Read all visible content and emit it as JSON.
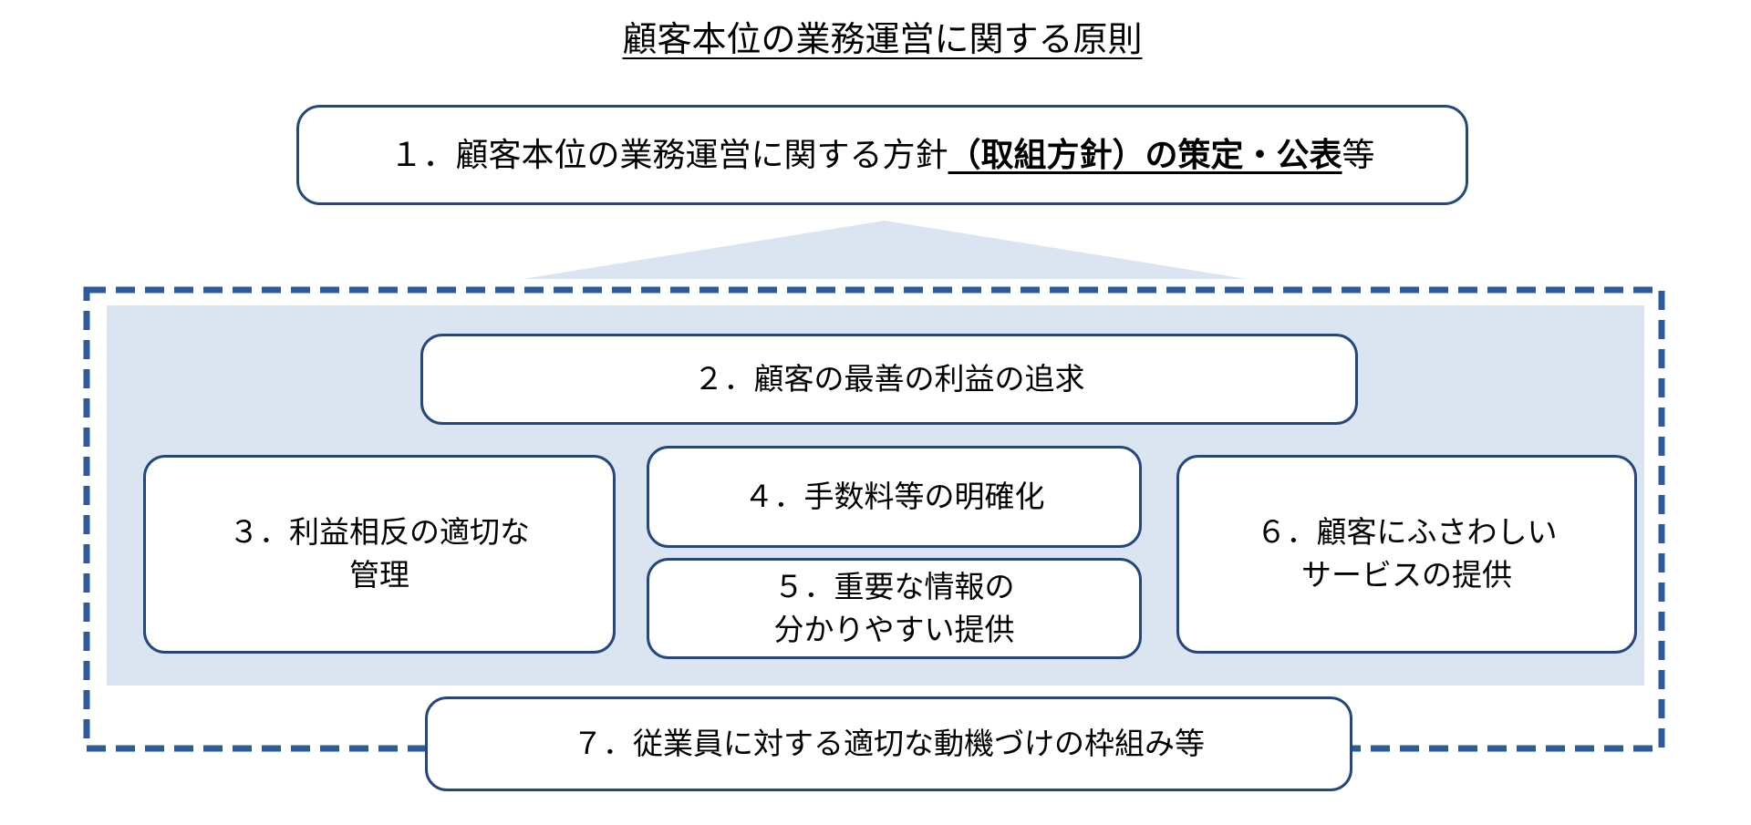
{
  "page": {
    "title": "顧客本位の業務運営に関する原則"
  },
  "colors": {
    "box_border": "#24477E",
    "dashed_border": "#2E5B9B",
    "panel_fill": "#DBE4F1",
    "text": "#000000",
    "background": "#FFFFFF"
  },
  "principle1": {
    "segments": [
      {
        "text": "１．顧客本位の業務運営に関する方針",
        "bold": false,
        "underline": false
      },
      {
        "text": "（取組方針）",
        "bold": true,
        "underline": true
      },
      {
        "text": "の策定・公表",
        "bold": true,
        "underline": true
      },
      {
        "text": "等",
        "bold": false,
        "underline": false
      }
    ]
  },
  "principles": {
    "p2": {
      "lines": [
        "２．顧客の最善の利益の追求"
      ]
    },
    "p3": {
      "lines": [
        "３．利益相反の適切な",
        "管理"
      ]
    },
    "p4": {
      "lines": [
        "４．手数料等の明確化"
      ]
    },
    "p5": {
      "lines": [
        "５．重要な情報の",
        "分かりやすい提供"
      ]
    },
    "p6": {
      "lines": [
        "６．顧客にふさわしい",
        "サービスの提供"
      ]
    },
    "p7": {
      "lines": [
        "７．従業員に対する適切な動機づけの枠組み等"
      ]
    }
  }
}
